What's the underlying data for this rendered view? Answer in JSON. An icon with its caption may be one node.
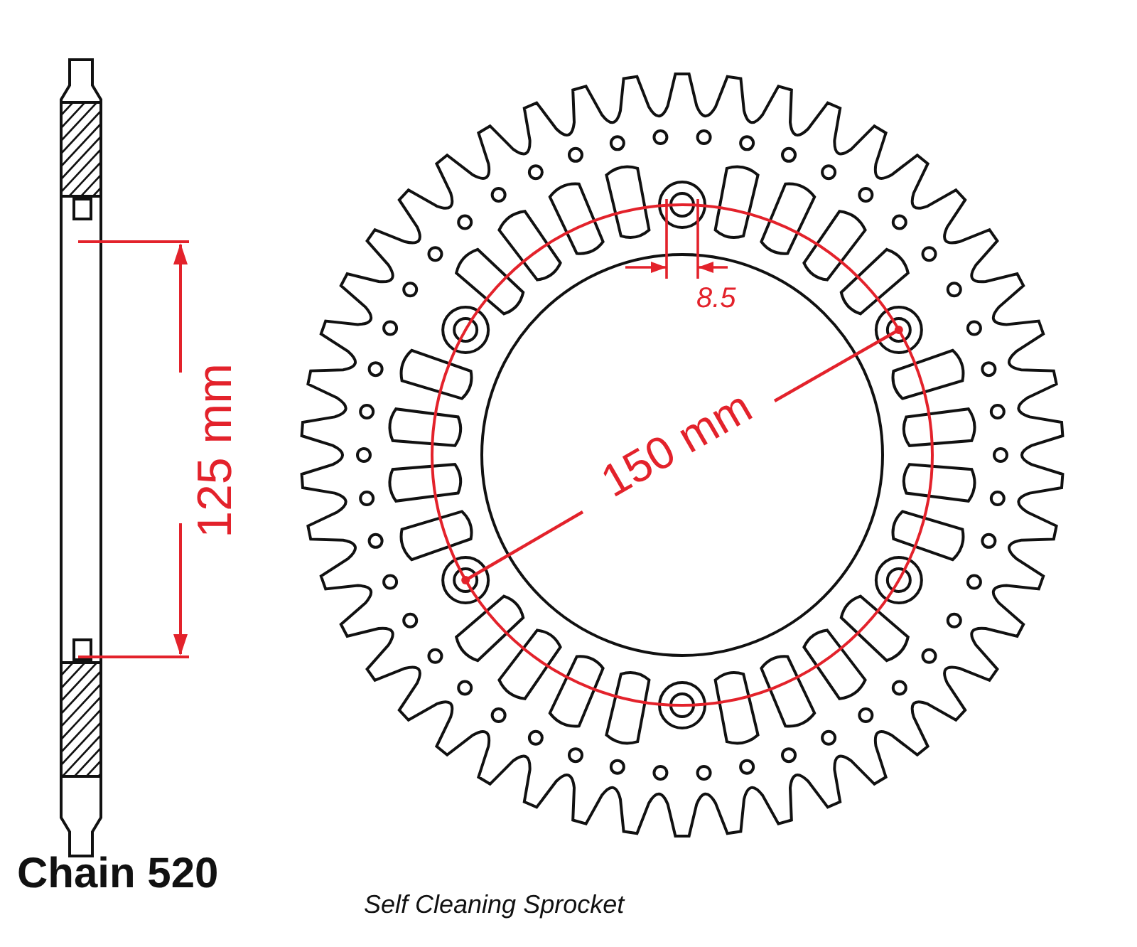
{
  "diagram": {
    "labels": [
      "125 mm",
      "8.5",
      "150 mm",
      "Chain 520",
      "Self Cleaning Sprocket"
    ]
  }
}
